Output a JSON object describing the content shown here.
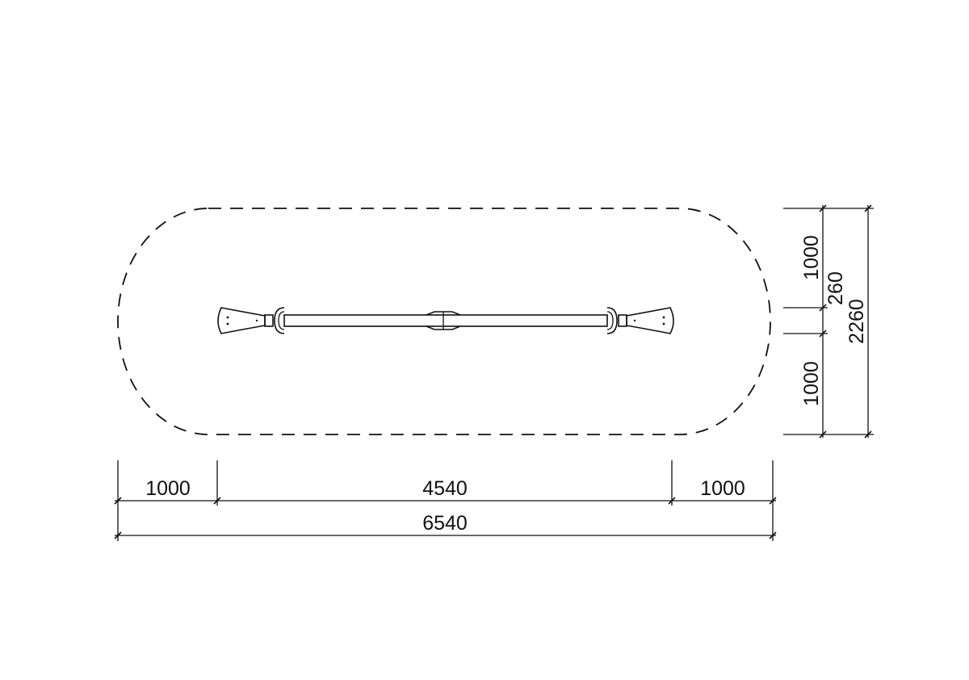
{
  "drawing": {
    "colors": {
      "line": "#111111",
      "background": "#ffffff"
    },
    "horizontal_dimensions": {
      "left_clearance": "1000",
      "equipment_length": "4540",
      "right_clearance": "1000",
      "total_length": "6540"
    },
    "vertical_dimensions": {
      "top_clearance": "1000",
      "equipment_width": "260",
      "bottom_clearance": "1000",
      "total_width": "2260"
    }
  }
}
